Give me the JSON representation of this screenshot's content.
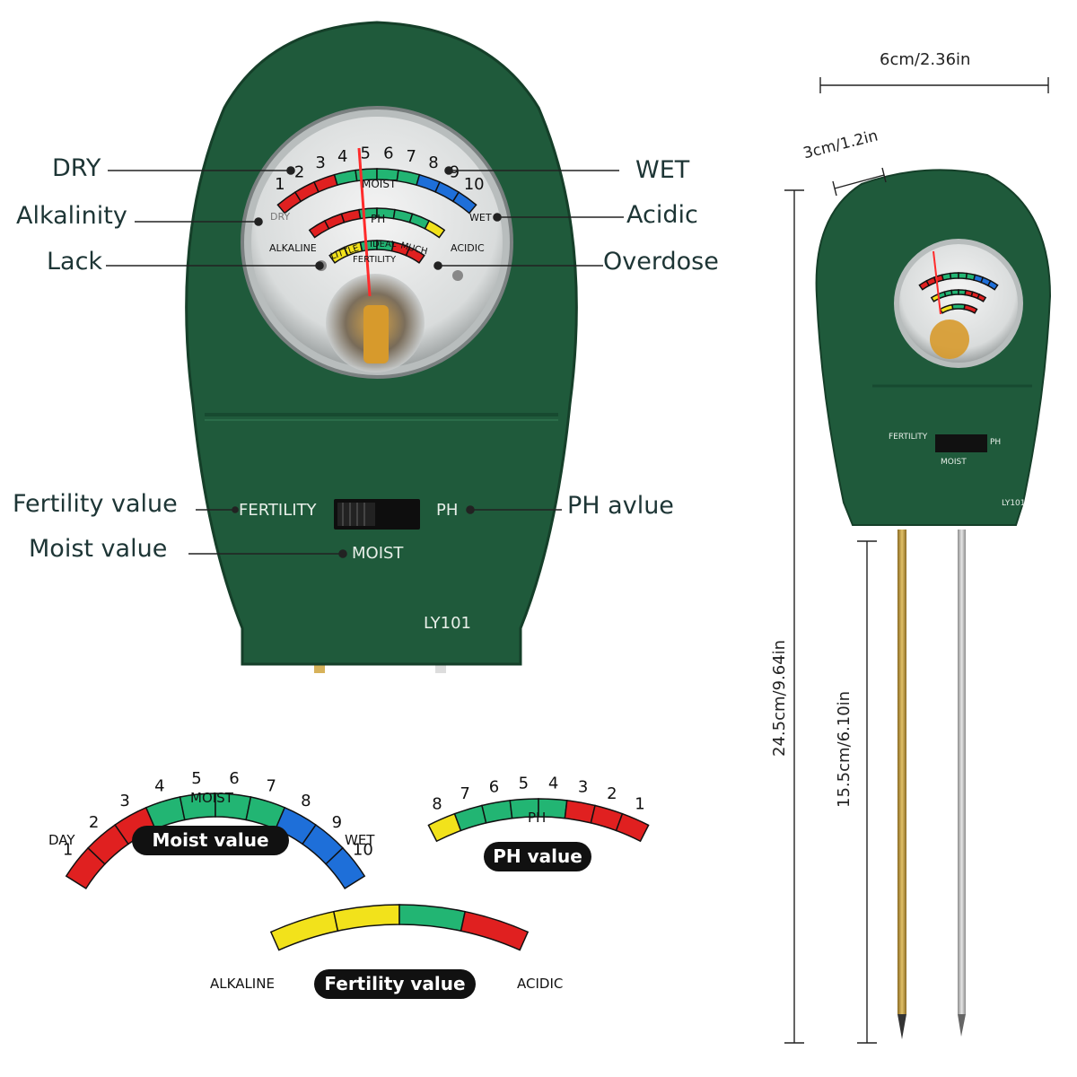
{
  "callouts": {
    "dry": "DRY",
    "alkalinity": "Alkalinity",
    "lack": "Lack",
    "wet": "WET",
    "acidic": "Acidic",
    "overdose": "Overdose",
    "fertility_value": "Fertility value",
    "ph_value": "PH avlue",
    "moist_value": "Moist value"
  },
  "device": {
    "switch_left": "FERTILITY",
    "switch_right": "PH",
    "switch_bottom": "MOIST",
    "model": "LY101",
    "dial": {
      "moist_label": "MOIST",
      "ph_label": "PH",
      "dry_label": "DRY",
      "wet_label": "WET",
      "alkaline_label": "ALKALINE",
      "acidic_label": "ACIDIC",
      "little_label": "LITTLE",
      "ideal_label": "IDEAL",
      "much_label": "MUCH",
      "fertility_label": "FERTILITY"
    }
  },
  "small_device": {
    "switch_left": "FERTILITY",
    "switch_right": "PH",
    "switch_bottom": "MOIST",
    "model": "LY101"
  },
  "dimensions": {
    "width": "6cm/2.36in",
    "head": "3cm/1.2in",
    "total_length": "24.5cm/9.64in",
    "probe_length": "15.5cm/6.10in"
  },
  "scales": {
    "moist": {
      "numbers": [
        "1",
        "2",
        "3",
        "4",
        "5",
        "6",
        "7",
        "8",
        "9",
        "10"
      ],
      "colors": [
        "#e02020",
        "#e02020",
        "#e02020",
        "#22b573",
        "#22b573",
        "#22b573",
        "#22b573",
        "#1e6fd9",
        "#1e6fd9",
        "#1e6fd9"
      ],
      "inner_label": "MOIST",
      "left_end": "DAY",
      "right_end": "WET",
      "pill": "Moist value"
    },
    "ph": {
      "numbers": [
        "8",
        "7",
        "6",
        "5",
        "4",
        "3",
        "2",
        "1"
      ],
      "colors": [
        "#f2e21b",
        "#22b573",
        "#22b573",
        "#22b573",
        "#22b573",
        "#e02020",
        "#e02020",
        "#e02020"
      ],
      "inner_label": "PH",
      "pill": "PH value"
    },
    "fertility": {
      "colors": [
        "#f2e21b",
        "#f2e21b",
        "#22b573",
        "#e02020"
      ],
      "left_end": "ALKALINE",
      "right_end": "ACIDIC",
      "pill": "Fertility value"
    }
  },
  "colors": {
    "body_green": "#1f5a3b",
    "body_green_dark": "#174a30",
    "red": "#e02020",
    "green": "#22b573",
    "blue": "#1e6fd9",
    "yellow": "#f2e21b"
  }
}
